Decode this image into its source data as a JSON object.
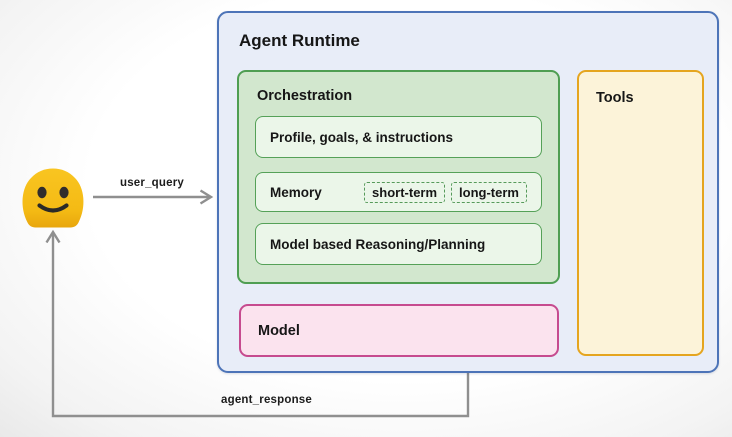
{
  "icons": {
    "user": "smiley-face-blob-emoji"
  },
  "arrows": {
    "user_query_label": "user_query",
    "agent_response_label": "agent_response"
  },
  "agent_runtime": {
    "title": "Agent Runtime",
    "orchestration": {
      "title": "Orchestration",
      "items": [
        {
          "label": "Profile, goals, & instructions"
        },
        {
          "label": "Memory",
          "chips": [
            "short-term",
            "long-term"
          ]
        },
        {
          "label": "Model based Reasoning/Planning"
        }
      ]
    },
    "model": {
      "label": "Model"
    },
    "tools": {
      "label": "Tools"
    }
  },
  "colors": {
    "runtime_fill": "#e8edf8",
    "runtime_border": "#4d74b8",
    "orchestration_fill": "#d2e7ce",
    "orchestration_border": "#4f9e52",
    "orchestration_item_fill": "#ebf6e9",
    "tools_fill": "#fcf3d9",
    "tools_border": "#e5a51f",
    "model_fill": "#fbe3ee",
    "model_border": "#c64b8f",
    "arrow": "#8f8f8f",
    "emoji_yellow": "#f6c01c",
    "text": "#1b1b1b"
  }
}
